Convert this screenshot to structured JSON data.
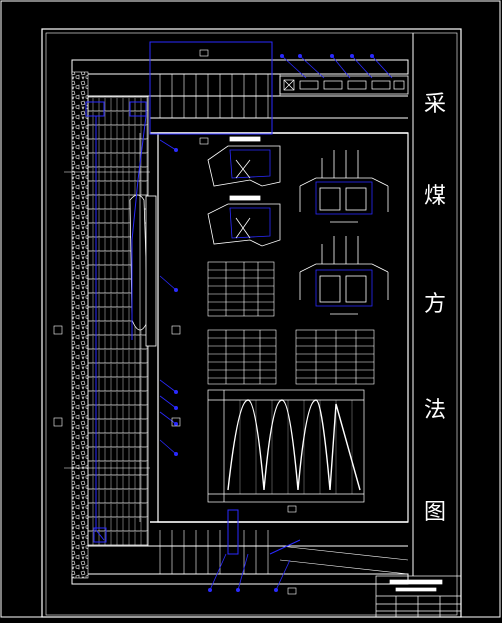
{
  "drawing": {
    "title_chars": [
      "采",
      "煤",
      "方",
      "法",
      "图"
    ],
    "colors": {
      "background": "#000000",
      "line": "#ffffff",
      "annotation": "#2a2aff"
    }
  }
}
